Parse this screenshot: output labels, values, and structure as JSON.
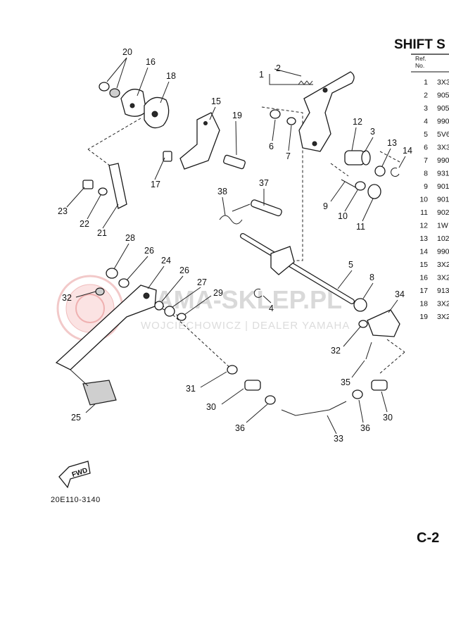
{
  "header": {
    "title": "SHIFT S",
    "ref_label": "Ref.",
    "no_label": "No."
  },
  "table": {
    "rows": [
      {
        "ref": "1",
        "part": "3X3"
      },
      {
        "ref": "2",
        "part": "905"
      },
      {
        "ref": "3",
        "part": "905"
      },
      {
        "ref": "4",
        "part": "990"
      },
      {
        "ref": "5",
        "part": "5V6"
      },
      {
        "ref": "6",
        "part": "3X3"
      },
      {
        "ref": "7",
        "part": "990"
      },
      {
        "ref": "8",
        "part": "931"
      },
      {
        "ref": "9",
        "part": "901"
      },
      {
        "ref": "10",
        "part": "901"
      },
      {
        "ref": "11",
        "part": "902"
      },
      {
        "ref": "12",
        "part": "1W"
      },
      {
        "ref": "13",
        "part": "102"
      },
      {
        "ref": "14",
        "part": "990"
      },
      {
        "ref": "15",
        "part": "3X2"
      },
      {
        "ref": "16",
        "part": "3X2"
      },
      {
        "ref": "17",
        "part": "913"
      },
      {
        "ref": "18",
        "part": "3X2"
      },
      {
        "ref": "19",
        "part": "3X2"
      }
    ]
  },
  "watermark": {
    "line1": "YAMA-SKLEP.PL",
    "line2": "WOJCIECHOWICZ | DEALER YAMAHA"
  },
  "diagram": {
    "fwd_label": "FWD",
    "drawing_code": "20E110-3140",
    "page_number": "C-2",
    "callouts": [
      "20",
      "16",
      "18",
      "2",
      "1",
      "15",
      "19",
      "12",
      "3",
      "13",
      "14",
      "6",
      "7",
      "17",
      "23",
      "22",
      "21",
      "38",
      "37",
      "9",
      "10",
      "11",
      "28",
      "26",
      "24",
      "26",
      "27",
      "29",
      "32",
      "5",
      "8",
      "4",
      "34",
      "32",
      "35",
      "31",
      "30",
      "25",
      "36",
      "33",
      "36",
      "30"
    ]
  }
}
